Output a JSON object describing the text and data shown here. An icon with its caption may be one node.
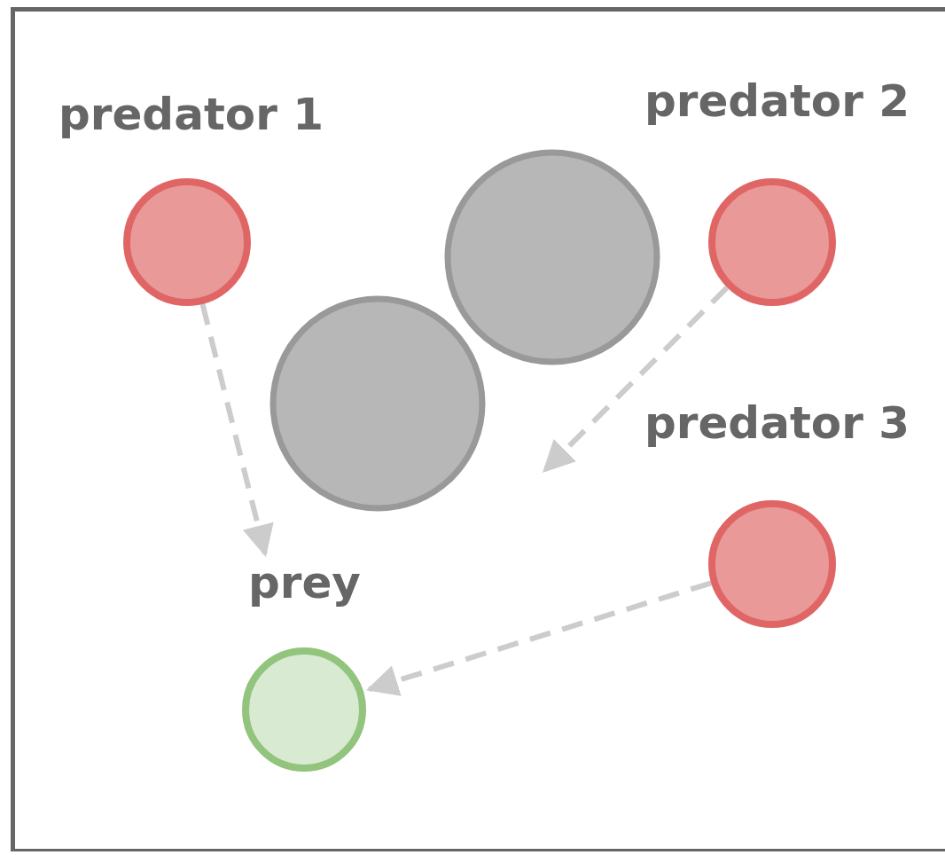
{
  "diagram": {
    "nodes": [
      {
        "text": [
          "predator 1"
        ]
      },
      {
        "text": [
          "predator 2"
        ]
      },
      {
        "text": [
          "predator 3"
        ]
      },
      {
        "text": [
          "prey"
        ]
      },
      {
        "text": [],
        "shape": "circle"
      },
      {
        "text": [],
        "shape": "circle"
      }
    ],
    "edges": [
      {
        "from": 0,
        "to": 3,
        "arrow": "to",
        "style": "dashed"
      },
      {
        "from": 1,
        "to": null,
        "arrow": "to",
        "style": "dashed"
      },
      {
        "from": 2,
        "to": 3,
        "arrow": "to",
        "style": "dashed"
      }
    ]
  }
}
